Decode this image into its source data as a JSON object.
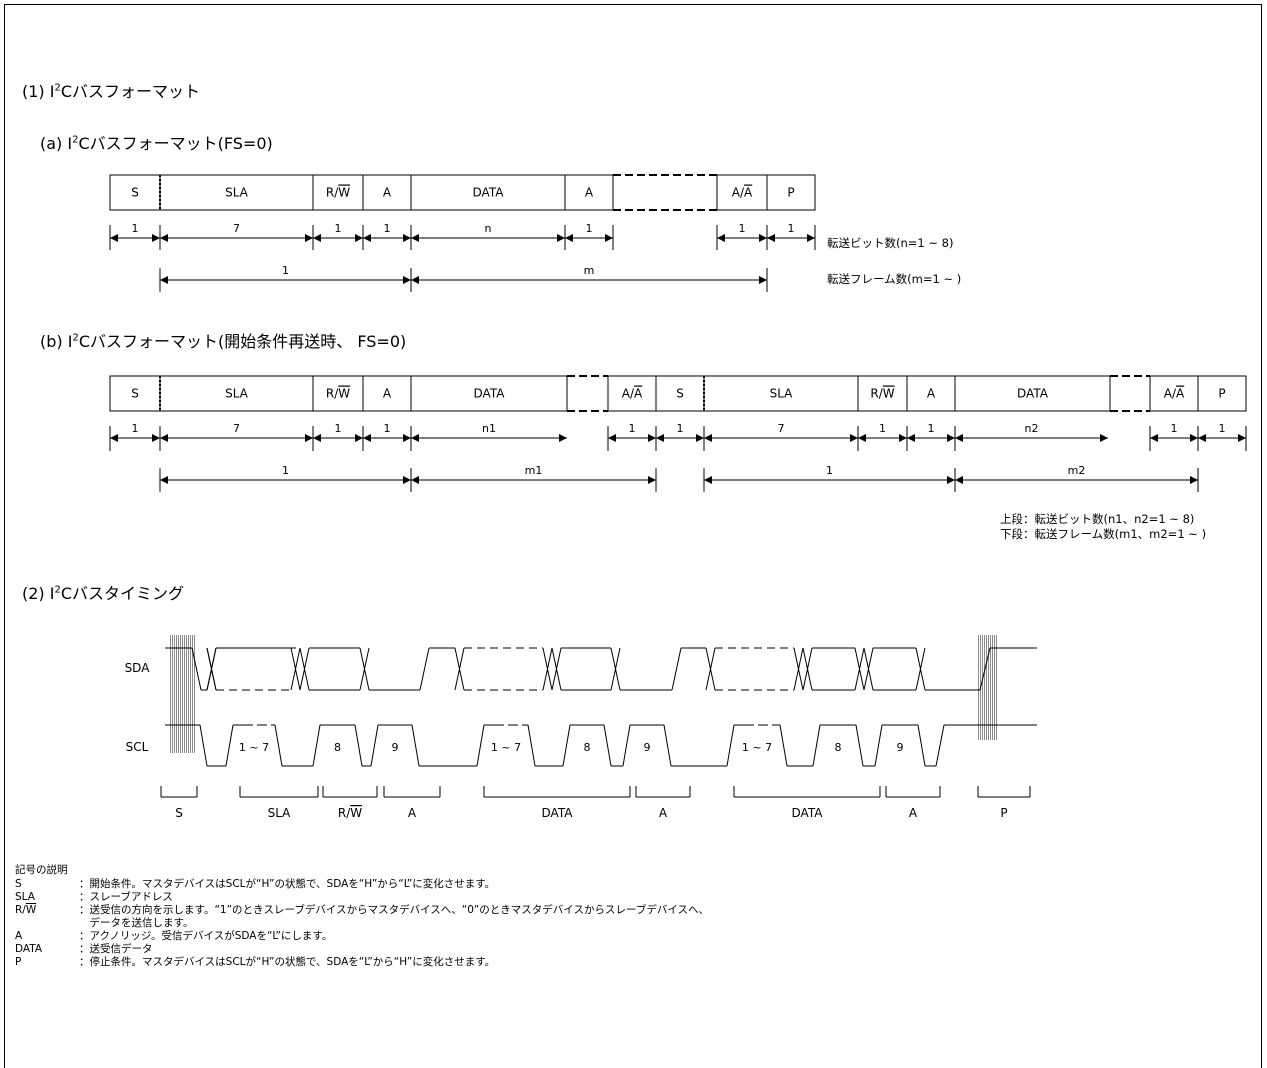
{
  "headings": {
    "sec1_prefix": "(1) I",
    "sec1_suffix": "Cバスフォーマット",
    "sec1a_prefix": "(a) I",
    "sec1a_suffix": "Cバスフォーマット(FS=0)",
    "sec1b_prefix": "(b) I",
    "sec1b_suffix": "Cバスフォーマット(開始条件再送時、 FS=0)",
    "sec2_prefix": "(2) I",
    "sec2_suffix": "Cバスタイミング",
    "sup": "2"
  },
  "format_a": {
    "fields": [
      "S",
      "SLA",
      "R/W",
      "A",
      "DATA",
      "A",
      "A/A",
      "P"
    ],
    "bits": [
      "1",
      "7",
      "1",
      "1",
      "n",
      "1",
      "1",
      "1"
    ],
    "frames": [
      "1",
      "m"
    ],
    "note_bits": "転送ビット数(n=1 ~ 8)",
    "note_frames": "転送フレーム数(m=1 ~ )"
  },
  "format_b": {
    "fields": [
      "S",
      "SLA",
      "R/W",
      "A",
      "DATA",
      "A/A",
      "S",
      "SLA",
      "R/W",
      "A",
      "DATA",
      "A/A",
      "P"
    ],
    "bits": [
      "1",
      "7",
      "1",
      "1",
      "n1",
      "1",
      "1",
      "7",
      "1",
      "1",
      "n2",
      "1",
      "1"
    ],
    "frames": [
      "1",
      "m1",
      "1",
      "m2"
    ],
    "note_line1": "上段：転送ビット数(n1、n2=1 ~ 8)",
    "note_line2": "下段：転送フレーム数(m1、m2=1 ~ )"
  },
  "timing": {
    "sda": "SDA",
    "scl": "SCL",
    "pulse_labels": [
      "1 ~ 7",
      "8",
      "9",
      "1 ~ 7",
      "8",
      "9",
      "1 ~ 7",
      "8",
      "9"
    ],
    "segments": [
      "S",
      "SLA",
      "R/W",
      "A",
      "DATA",
      "A",
      "DATA",
      "A",
      "P"
    ]
  },
  "legend": {
    "title": "記号の説明",
    "items": [
      {
        "key": "S",
        "desc": "：開始条件。マスタデバイスはSCLが“H”の状態で、SDAを“H”から“L”に変化させます。"
      },
      {
        "key": "SLA",
        "desc": "：スレーブアドレス"
      },
      {
        "key": "R/W",
        "desc": "：送受信の方向を示します。“1”のときスレーブデバイスからマスタデバイスへ、“0”のときマスタデバイスからスレーブデバイスへ、"
      },
      {
        "key": "",
        "desc": "　データを送信します。"
      },
      {
        "key": "A",
        "desc": "：アクノリッジ。受信デバイスがSDAを“L”にします。"
      },
      {
        "key": "DATA",
        "desc": "：送受信データ"
      },
      {
        "key": "P",
        "desc": "：停止条件。マスタデバイスはSCLが“H”の状態で、SDAを“L”から“H”に変化させます。"
      }
    ]
  },
  "colors": {
    "line": "#000000",
    "hatch": "#8a8a8a"
  }
}
